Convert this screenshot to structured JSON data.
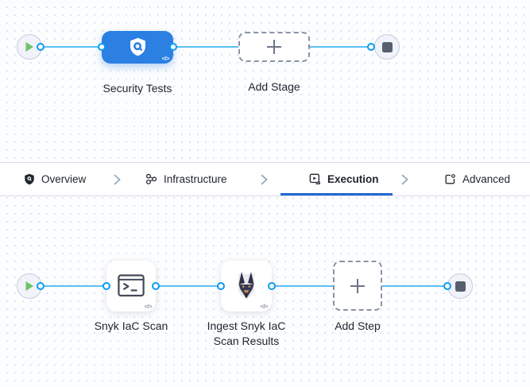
{
  "stage_canvas": {
    "stage": {
      "label": "Security Tests",
      "icon": "shield-scan-icon"
    },
    "add_stage_label": "Add Stage",
    "start_icon": "play-icon",
    "end_icon": "stop-icon"
  },
  "tab_bar": {
    "tabs": [
      {
        "label": "Overview",
        "icon": "shield-icon",
        "active": false
      },
      {
        "label": "Infrastructure",
        "icon": "infrastructure-icon",
        "active": false
      },
      {
        "label": "Execution",
        "icon": "execution-icon",
        "active": true
      },
      {
        "label": "Advanced",
        "icon": "advanced-icon",
        "active": false
      }
    ]
  },
  "step_canvas": {
    "steps": [
      {
        "label": "Snyk IaC Scan",
        "icon": "terminal-icon"
      },
      {
        "label": "Ingest Snyk IaC Scan Results",
        "icon": "snyk-dog-icon"
      }
    ],
    "add_step_label": "Add Step",
    "start_icon": "play-icon",
    "end_icon": "stop-icon"
  },
  "icons": {
    "code_glyph": "</>"
  },
  "colors": {
    "stage_blue": "#2b80e2",
    "connector_line": "#5cc0f4",
    "port_blue": "#0a9cf1",
    "active_tab_underline": "#2267d3",
    "play_green": "#6cc465",
    "stop_slate": "#575e6e"
  }
}
